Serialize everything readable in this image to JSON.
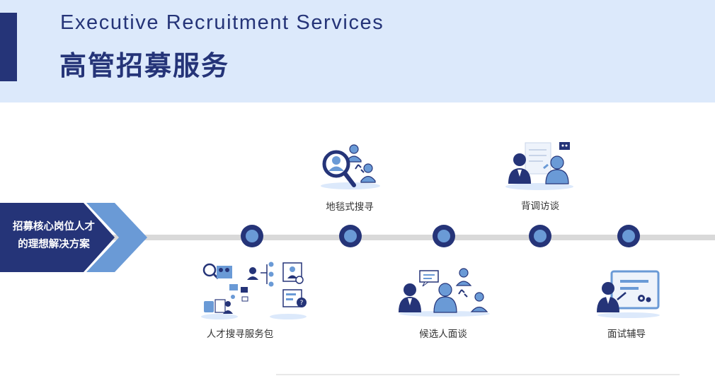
{
  "header": {
    "title_en": "Executive Recruitment Services",
    "title_cn": "高管招募服务"
  },
  "intro": {
    "line1": "招募核心岗位人才",
    "line2": "的理想解决方案"
  },
  "steps": [
    {
      "label": "人才搜寻服务包",
      "icon": "talent-search-package-icon"
    },
    {
      "label": "地毯式搜寻",
      "icon": "magnifier-people-icon"
    },
    {
      "label": "候选人面谈",
      "icon": "candidate-interview-icon"
    },
    {
      "label": "背调访谈",
      "icon": "background-check-icon"
    },
    {
      "label": "面试辅导",
      "icon": "interview-coaching-icon"
    }
  ],
  "colors": {
    "navy": "#253478",
    "mid_blue": "#6a9ad6",
    "light_blue": "#dce9fb",
    "line_grey": "#d9d9d9"
  }
}
